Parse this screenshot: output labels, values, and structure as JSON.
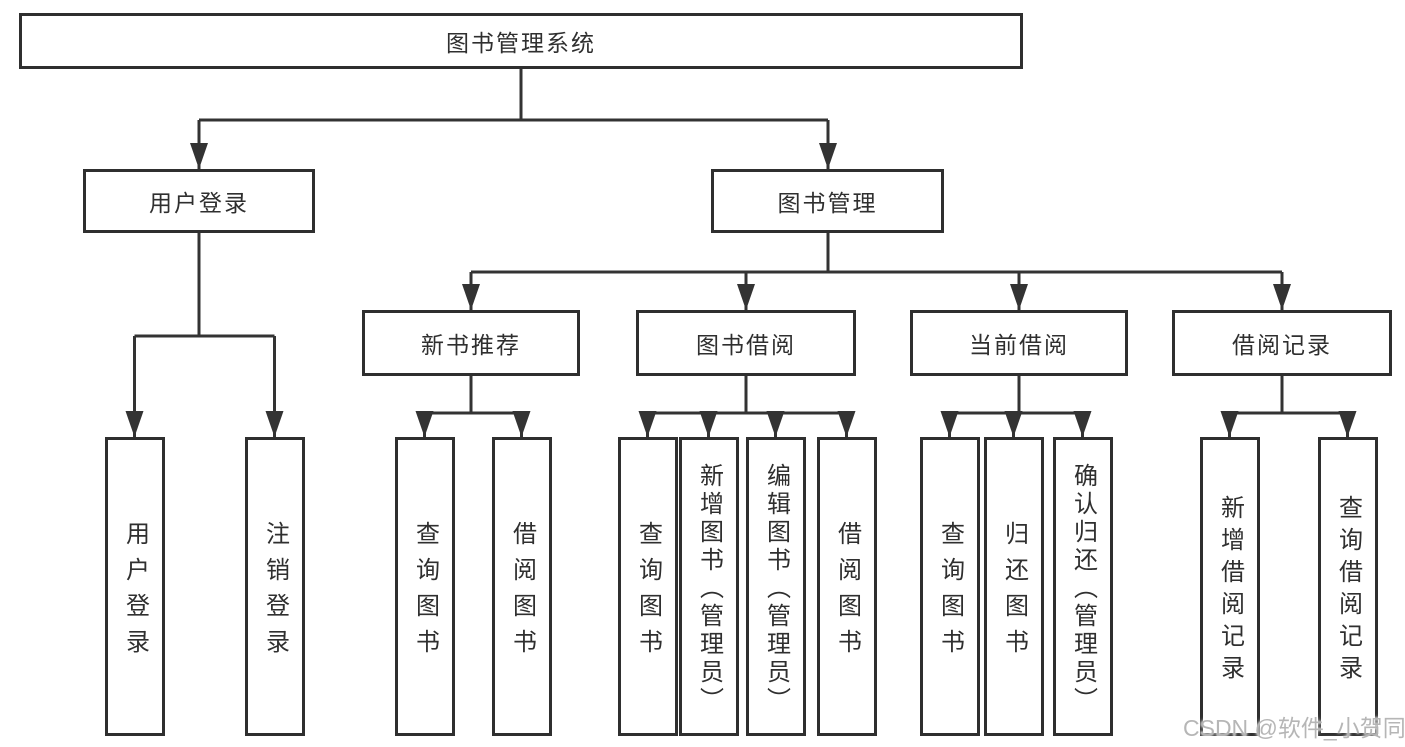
{
  "colors": {
    "line": "#333333",
    "border": "#2f2f2f",
    "text": "#2f2f2f",
    "box_background": "#ffffff",
    "watermark_text": "#b2b2b2"
  },
  "watermark": "CSDN @软件_小贺同学",
  "nodes": {
    "root": {
      "label": "图书管理系统"
    },
    "login": {
      "label": "用户登录"
    },
    "mgmt": {
      "label": "图书管理"
    },
    "recommend": {
      "label": "新书推荐"
    },
    "borrow": {
      "label": "图书借阅"
    },
    "current": {
      "label": "当前借阅"
    },
    "records": {
      "label": "借阅记录"
    },
    "login_user": {
      "label": "用户登录"
    },
    "login_out": {
      "label": "注销登录"
    },
    "rec_query": {
      "label": "查询图书"
    },
    "rec_borrow": {
      "label": "借阅图书"
    },
    "bor_query": {
      "label": "查询图书"
    },
    "bor_add": {
      "label": "新增图书（管理员）"
    },
    "bor_edit": {
      "label": "编辑图书（管理员）"
    },
    "bor_borrow": {
      "label": "借阅图书"
    },
    "cur_query": {
      "label": "查询图书"
    },
    "cur_return": {
      "label": "归还图书"
    },
    "cur_confirm": {
      "label": "确认归还（管理员）"
    },
    "log_add": {
      "label": "新增借阅记录"
    },
    "log_query": {
      "label": "查询借阅记录"
    }
  },
  "edges": [
    [
      "root",
      "login"
    ],
    [
      "root",
      "mgmt"
    ],
    [
      "login",
      "login_user"
    ],
    [
      "login",
      "login_out"
    ],
    [
      "mgmt",
      "recommend"
    ],
    [
      "mgmt",
      "borrow"
    ],
    [
      "mgmt",
      "current"
    ],
    [
      "mgmt",
      "records"
    ],
    [
      "recommend",
      "rec_query"
    ],
    [
      "recommend",
      "rec_borrow"
    ],
    [
      "borrow",
      "bor_query"
    ],
    [
      "borrow",
      "bor_add"
    ],
    [
      "borrow",
      "bor_edit"
    ],
    [
      "borrow",
      "bor_borrow"
    ],
    [
      "current",
      "cur_query"
    ],
    [
      "current",
      "cur_return"
    ],
    [
      "current",
      "cur_confirm"
    ],
    [
      "records",
      "log_add"
    ],
    [
      "records",
      "log_query"
    ]
  ]
}
